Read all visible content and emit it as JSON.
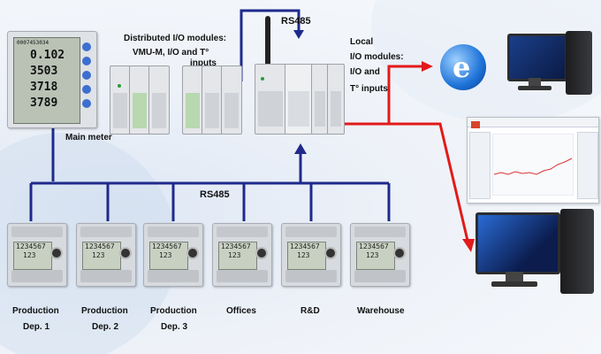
{
  "labels": {
    "rs485_top": "RS485",
    "rs485_mid": "RS485",
    "main_meter": "Main meter",
    "distributed_line1": "Distributed  I/O modules:",
    "distributed_line2": "VMU-M, I/O and  T°",
    "distributed_line3": "inputs",
    "local_line1": "Local",
    "local_line2": "I/O modules:",
    "local_line3": "I/O and",
    "local_line4": "T°  inputs"
  },
  "main_meter_display": [
    "0.102",
    "3503",
    "3718",
    "3789"
  ],
  "main_meter_top_text": "0007453034",
  "sub_meters": [
    {
      "line1": "Production",
      "line2": "Dep. 1",
      "lcd_top": "1234567",
      "lcd_bottom": "123"
    },
    {
      "line1": "Production",
      "line2": "Dep. 2",
      "lcd_top": "1234567",
      "lcd_bottom": "123"
    },
    {
      "line1": "Production",
      "line2": "Dep. 3",
      "lcd_top": "1234567",
      "lcd_bottom": "123"
    },
    {
      "line1": "Offices",
      "line2": "",
      "lcd_top": "1234567",
      "lcd_bottom": "123"
    },
    {
      "line1": "R&D",
      "line2": "",
      "lcd_top": "1234567",
      "lcd_bottom": "123"
    },
    {
      "line1": "Warehouse",
      "line2": "",
      "lcd_top": "1234567",
      "lcd_bottom": "123"
    }
  ],
  "colors": {
    "bus_line": "#1f2a8c",
    "ethernet_line": "#e21a1a",
    "ie_logo": "#1e73d8"
  }
}
